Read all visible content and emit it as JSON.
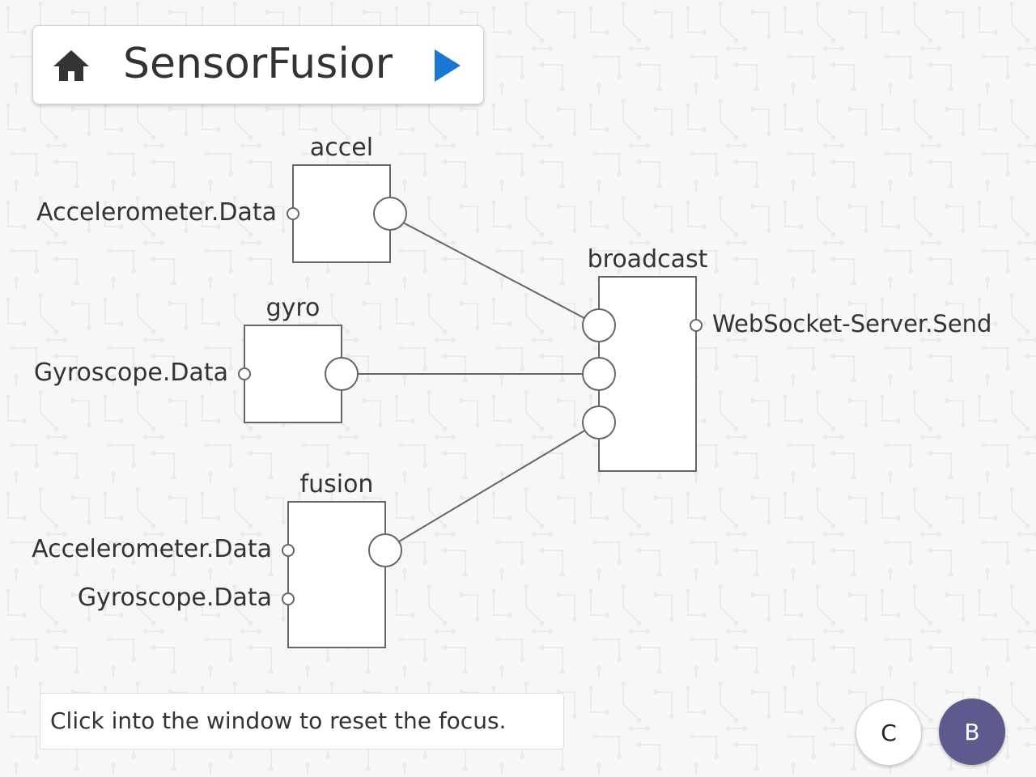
{
  "header": {
    "title": "SensorFusior",
    "home_icon": "home-icon",
    "play_icon": "play-icon",
    "play_color": "#1976d2"
  },
  "components": [
    {
      "name": "accel",
      "inputs": [
        "Accelerometer.Data"
      ]
    },
    {
      "name": "gyro",
      "inputs": [
        "Gyroscope.Data"
      ]
    },
    {
      "name": "fusion",
      "inputs": [
        "Accelerometer.Data",
        "Gyroscope.Data"
      ]
    },
    {
      "name": "broadcast",
      "outputs": [
        "WebSocket-Server.Send"
      ]
    }
  ],
  "connections": [
    {
      "from": "accel",
      "to": "broadcast"
    },
    {
      "from": "gyro",
      "to": "broadcast"
    },
    {
      "from": "fusion",
      "to": "broadcast"
    }
  ],
  "status": {
    "message": "Click into the window to reset the focus."
  },
  "fabs": {
    "c_label": "C",
    "b_label": "B",
    "b_color": "#5c5a8e"
  }
}
